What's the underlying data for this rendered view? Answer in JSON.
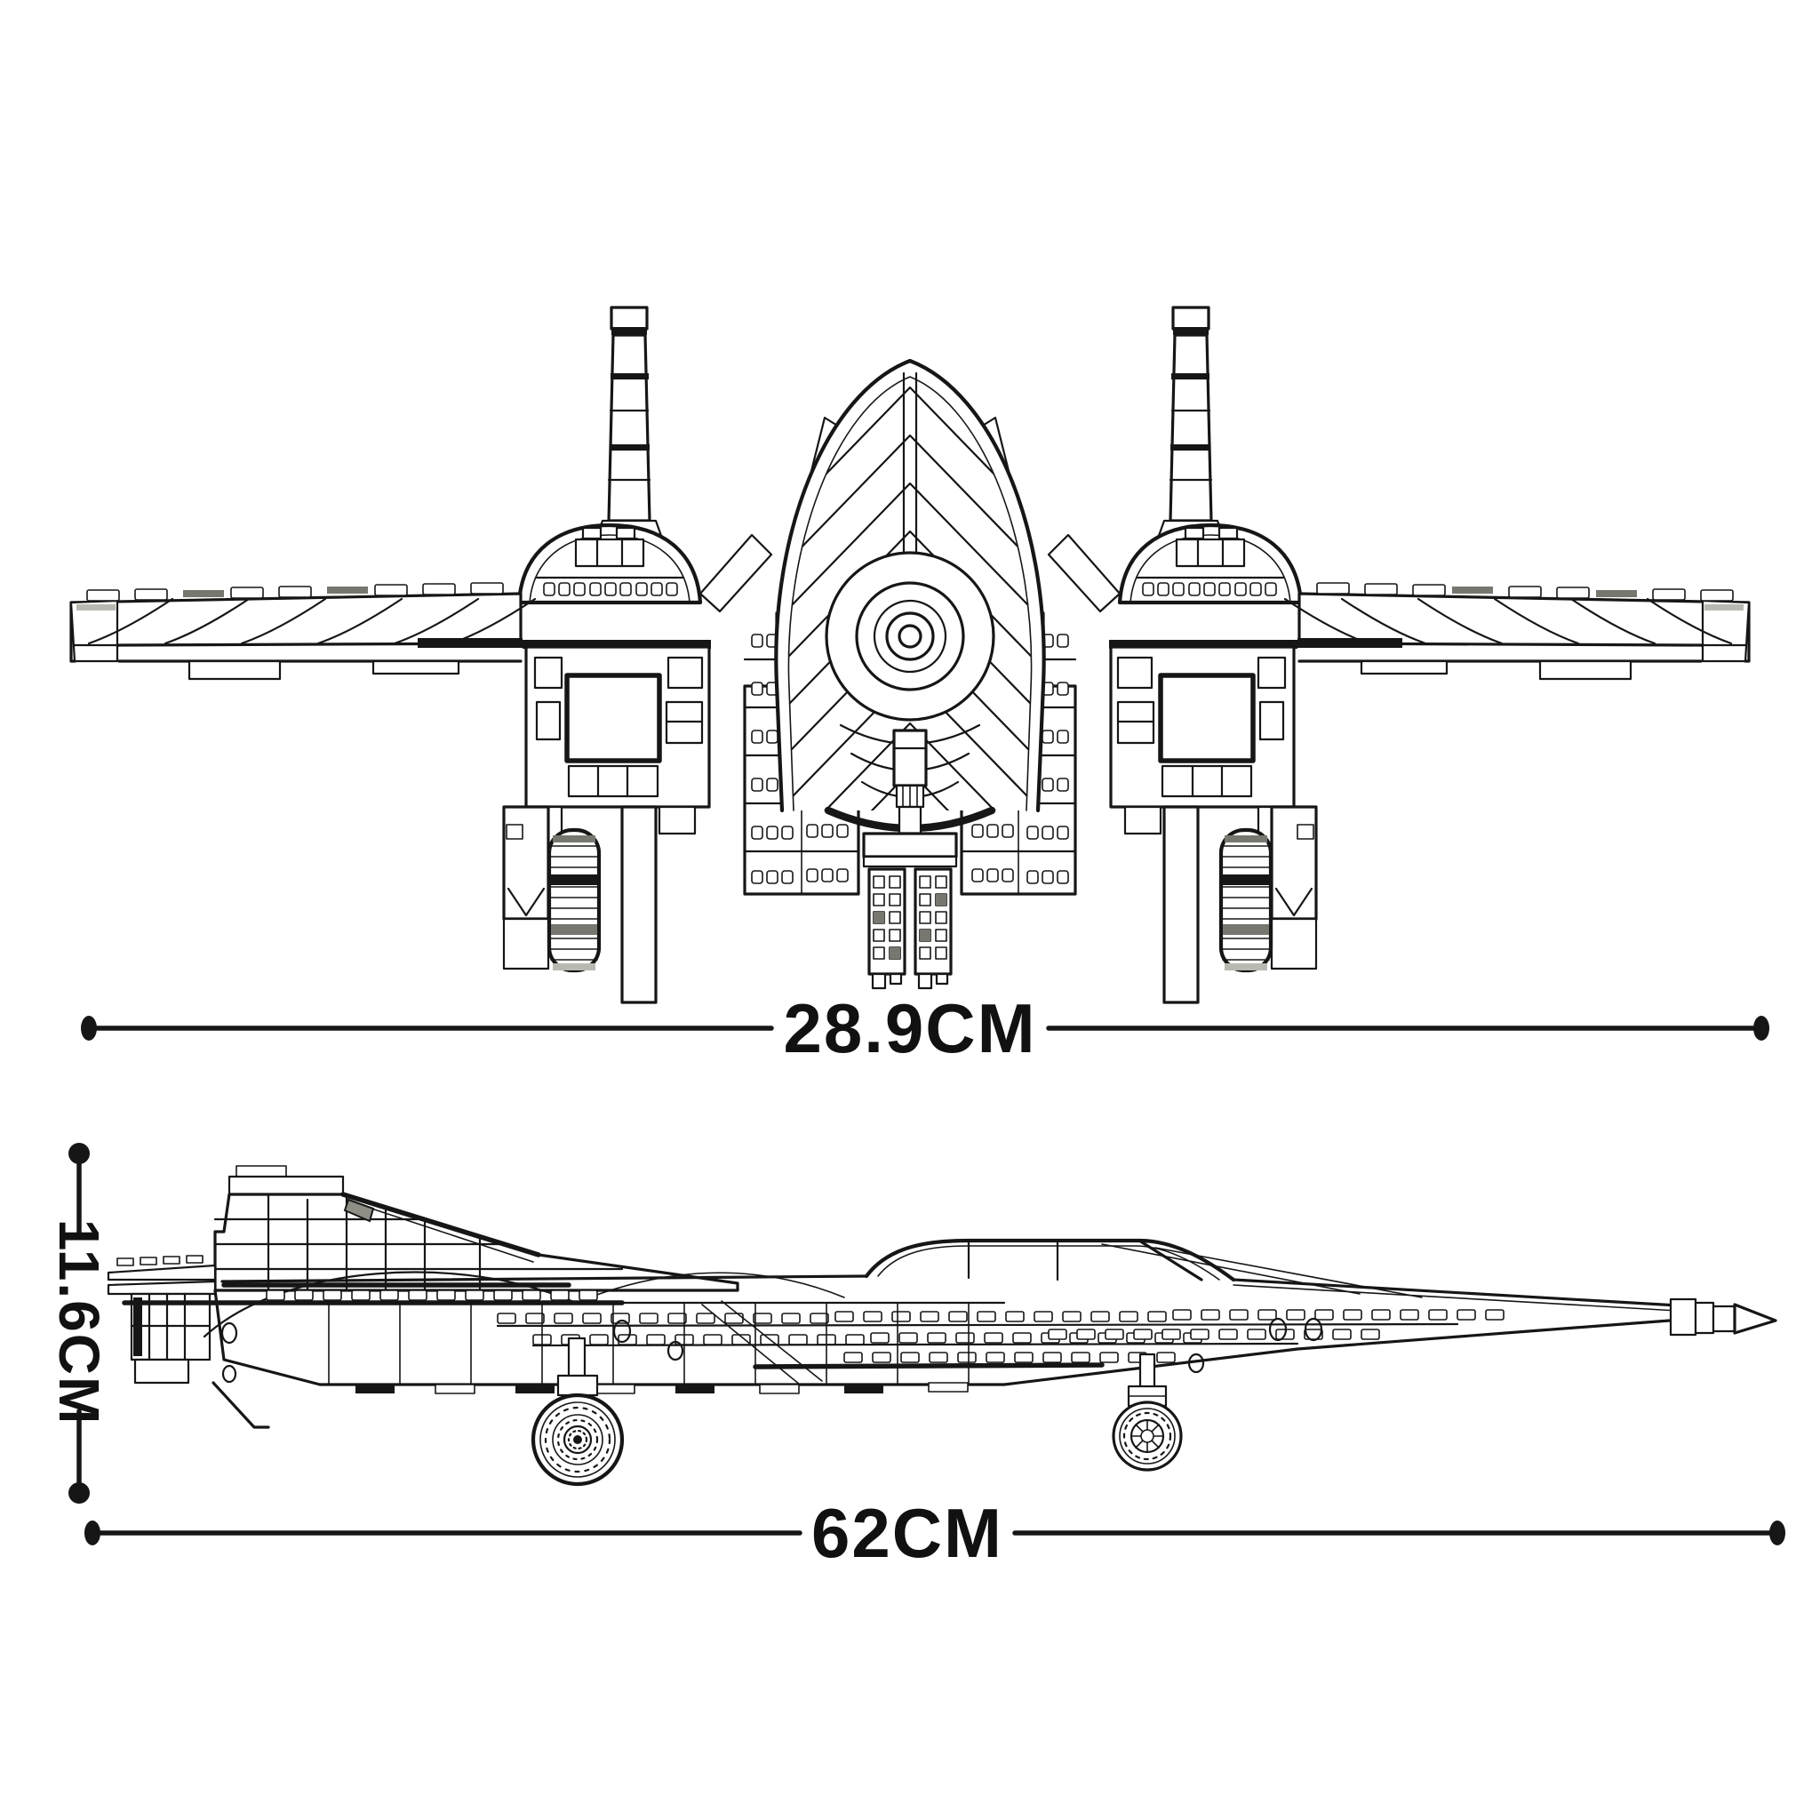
{
  "canvas": {
    "background": "#ffffff",
    "ink": "#161616",
    "accent_gray": "#8f8f86"
  },
  "diagram": {
    "subject": "Brick-built fighter jet model dimension blueprint",
    "views": [
      {
        "id": "front",
        "name": "front view drawing"
      },
      {
        "id": "side",
        "name": "side view drawing"
      }
    ],
    "dimensions": {
      "wingspan": {
        "label": "28.9CM"
      },
      "height": {
        "label": "11.6CM"
      },
      "length": {
        "label": "62CM"
      }
    }
  }
}
